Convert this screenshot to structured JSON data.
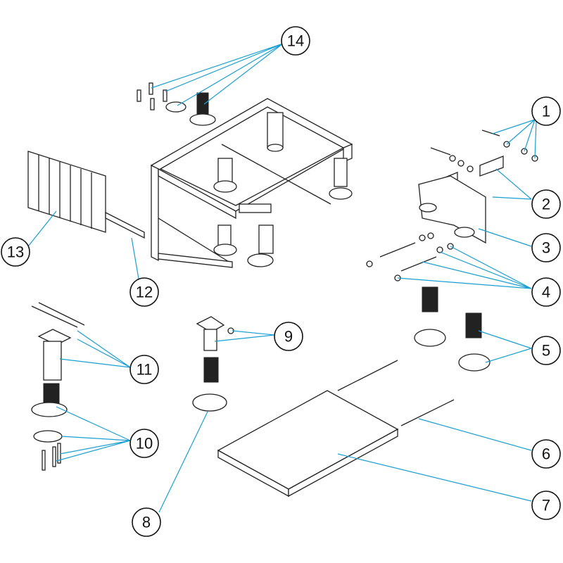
{
  "title": "Exploded parts diagram",
  "leader_color": "#1a9fd4",
  "callouts": {
    "c1": "1",
    "c2": "2",
    "c3": "3",
    "c4": "4",
    "c5": "5",
    "c6": "6",
    "c7": "7",
    "c8": "8",
    "c9": "9",
    "c10": "10",
    "c11": "11",
    "c12": "12",
    "c13": "13",
    "c14": "14"
  }
}
